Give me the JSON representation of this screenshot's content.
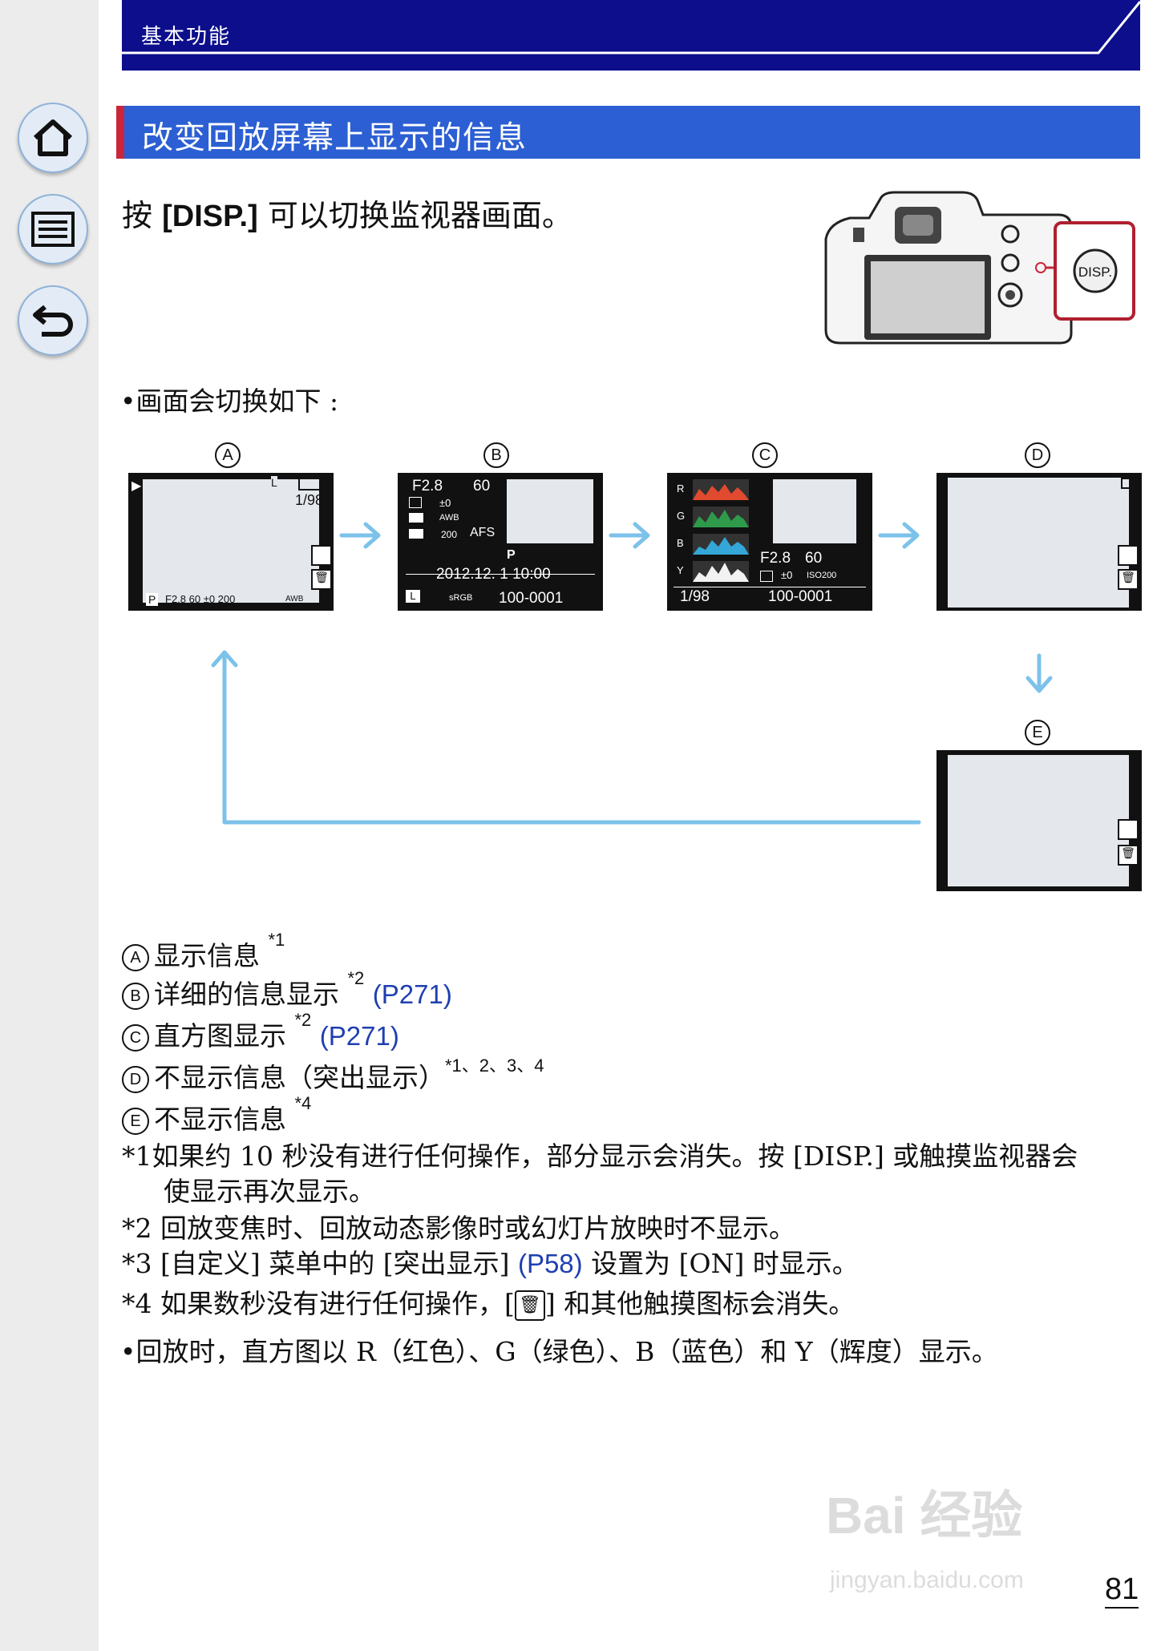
{
  "header": {
    "title": "基本功能"
  },
  "section": {
    "title": "改变回放屏幕上显示的信息"
  },
  "intro": {
    "prefix": "按 ",
    "button": "[DISP.]",
    "suffix": " 可以切换监视器画面。"
  },
  "camera": {
    "disp_label": "DISP."
  },
  "bullet_switch": "•画面会切换如下 :",
  "screens": {
    "a": {
      "label": "A",
      "counter": "1/98",
      "bottom": "F2.8  60   ±0   200",
      "mode": "P",
      "awb": "AWB",
      "size": "L"
    },
    "b": {
      "label": "B",
      "aperture": "F2.8",
      "shutter": "60",
      "exposure": "±0",
      "wb": "AWB",
      "iso": "200",
      "af": "AFS",
      "mode": "P",
      "date": "2012.12.  1 10:00",
      "size": "L",
      "color": "sRGB",
      "file": "100-0001"
    },
    "c": {
      "label": "C",
      "r": "R",
      "g": "G",
      "bch": "B",
      "y": "Y",
      "aperture": "F2.8",
      "shutter": "60",
      "exposure": "±0",
      "iso": "ISO200",
      "counter": "1/98",
      "file": "100-0001"
    },
    "d": {
      "label": "D"
    },
    "e": {
      "label": "E"
    }
  },
  "legend": [
    {
      "mark": "A",
      "text": "显示信息",
      "note": "*1",
      "ref": ""
    },
    {
      "mark": "B",
      "text": "详细的信息显示",
      "note": "*2",
      "ref": "(P271)"
    },
    {
      "mark": "C",
      "text": "直方图显示",
      "note": "*2",
      "ref": "(P271)"
    },
    {
      "mark": "D",
      "text": "不显示信息（突出显示）",
      "note": "*1、2、3、4",
      "ref": ""
    },
    {
      "mark": "E",
      "text": "不显示信息",
      "note": "*4",
      "ref": ""
    }
  ],
  "notes": {
    "n1a": "*1如果约 10 秒没有进行任何操作，部分显示会消失。按 [DISP.] 或触摸监视器会",
    "n1b": "使显示再次显示。",
    "n2": "*2 回放变焦时、回放动态影像时或幻灯片放映时不显示。",
    "n3_pre": "*3 [自定义] 菜单中的 [突出显示] ",
    "n3_ref": "(P58)",
    "n3_post": " 设置为 [ON] 时显示。",
    "n4_pre": "*4 如果数秒没有进行任何操作，[",
    "n4_post": "] 和其他触摸图标会消失。"
  },
  "bullet_histogram": "•回放时，直方图以 R（红色）、G（绿色）、B（蓝色）和 Y（辉度）显示。",
  "watermark": {
    "brand": "Bai 经验",
    "url": "jingyan.baidu.com"
  },
  "page_number": "81",
  "colors": {
    "header": "#0c0e8c",
    "section": "#2c5fd3",
    "accent": "#c9263a",
    "arrow": "#7cc2ea",
    "link": "#1f3fb0"
  }
}
